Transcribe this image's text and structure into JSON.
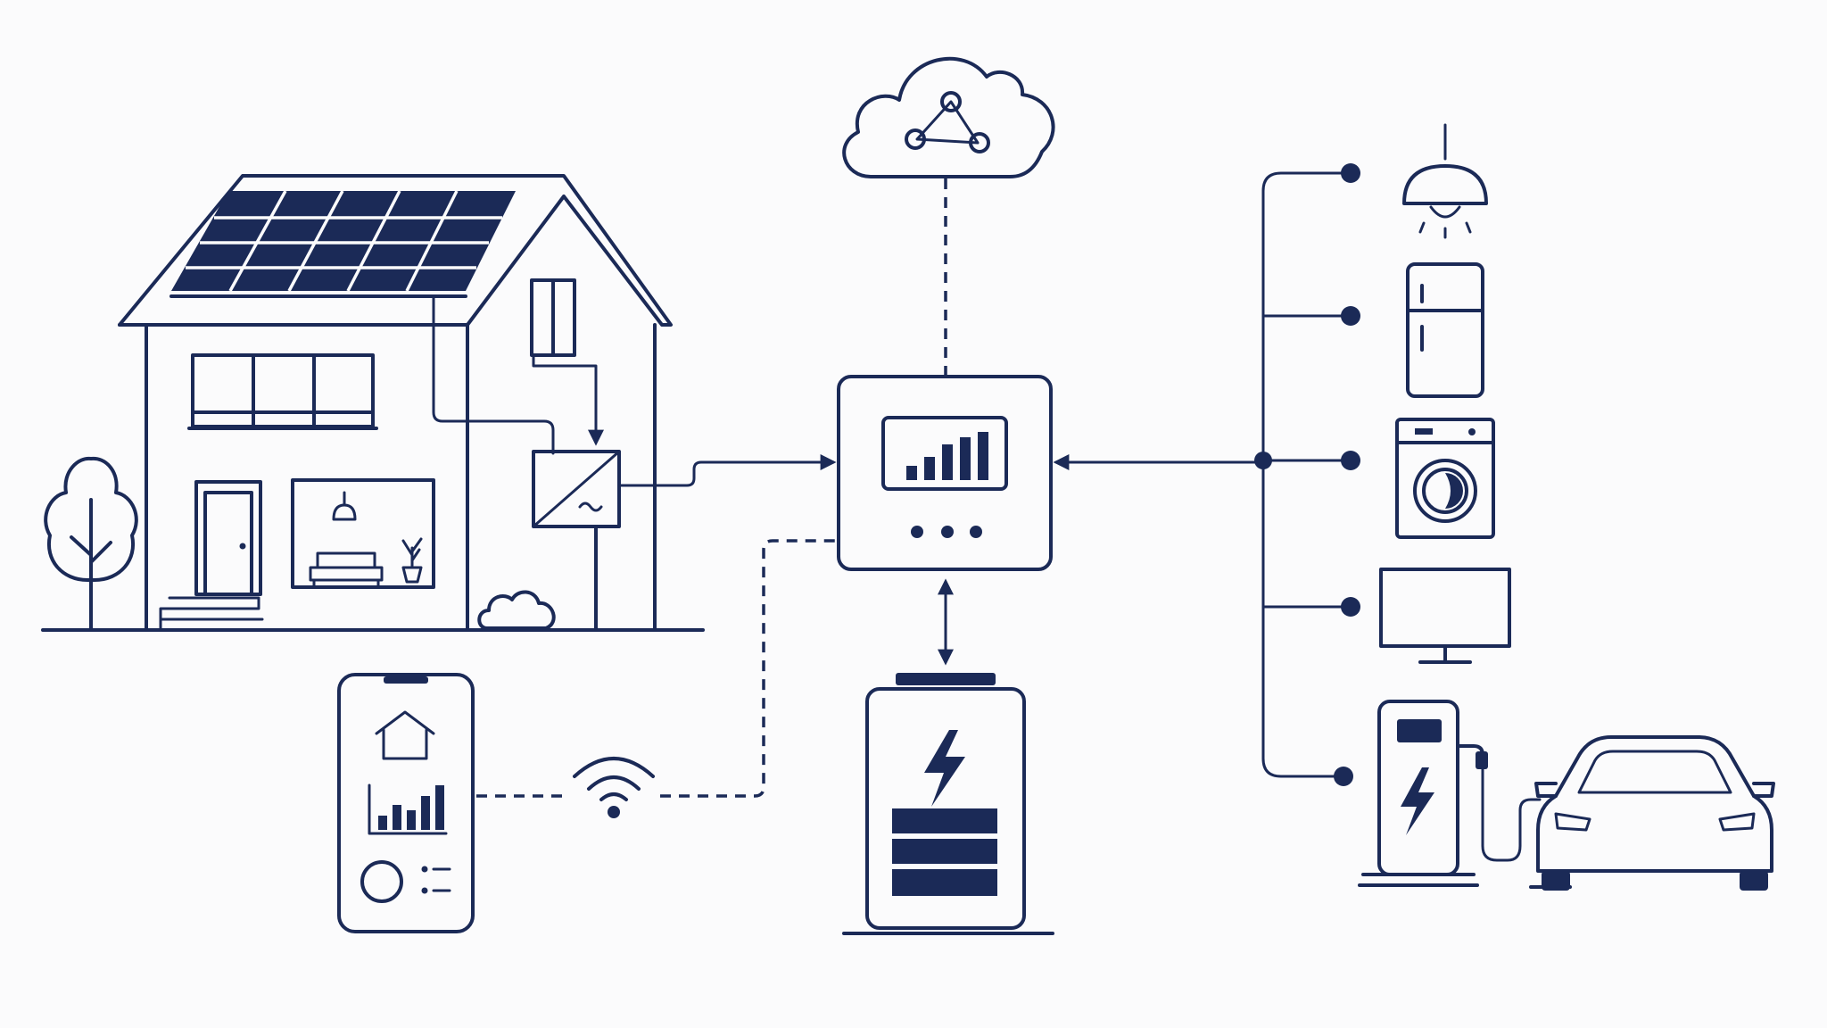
{
  "colors": {
    "ink": "#1b2a57",
    "background": "#fbfbfc"
  },
  "nodes": [
    {
      "id": "house",
      "icon": "house-with-solar-panels-icon"
    },
    {
      "id": "solar_panels",
      "icon": "solar-panel-icon"
    },
    {
      "id": "inverter",
      "icon": "inverter-icon"
    },
    {
      "id": "tree",
      "icon": "tree-icon"
    },
    {
      "id": "bush",
      "icon": "bush-icon"
    },
    {
      "id": "cloud",
      "icon": "cloud-network-icon"
    },
    {
      "id": "energy_manager",
      "icon": "energy-management-hub-icon"
    },
    {
      "id": "battery",
      "icon": "battery-storage-icon"
    },
    {
      "id": "smartphone_app",
      "icon": "smartphone-app-icon"
    },
    {
      "id": "wifi",
      "icon": "wifi-icon"
    },
    {
      "id": "ceiling_lamp",
      "icon": "ceiling-lamp-icon"
    },
    {
      "id": "refrigerator",
      "icon": "refrigerator-icon"
    },
    {
      "id": "washing_machine",
      "icon": "washing-machine-icon"
    },
    {
      "id": "television",
      "icon": "television-icon"
    },
    {
      "id": "ev_charger",
      "icon": "ev-charger-icon"
    },
    {
      "id": "electric_car",
      "icon": "electric-car-icon"
    }
  ],
  "connections": [
    {
      "from": "solar_panels",
      "to": "inverter",
      "style": "solid"
    },
    {
      "from": "inverter",
      "to": "energy_manager",
      "style": "solid-arrow"
    },
    {
      "from": "cloud",
      "to": "energy_manager",
      "style": "dashed"
    },
    {
      "from": "energy_manager",
      "to": "battery",
      "style": "double-arrow"
    },
    {
      "from": "smartphone_app",
      "to": "energy_manager",
      "style": "dashed-wireless"
    },
    {
      "from": "loads_bus",
      "to": "energy_manager",
      "style": "solid-arrow"
    },
    {
      "from": "loads_bus",
      "to": "ceiling_lamp",
      "style": "solid"
    },
    {
      "from": "loads_bus",
      "to": "refrigerator",
      "style": "solid"
    },
    {
      "from": "loads_bus",
      "to": "washing_machine",
      "style": "solid"
    },
    {
      "from": "loads_bus",
      "to": "television",
      "style": "solid"
    },
    {
      "from": "loads_bus",
      "to": "ev_charger",
      "style": "solid"
    },
    {
      "from": "ev_charger",
      "to": "electric_car",
      "style": "cable"
    }
  ]
}
